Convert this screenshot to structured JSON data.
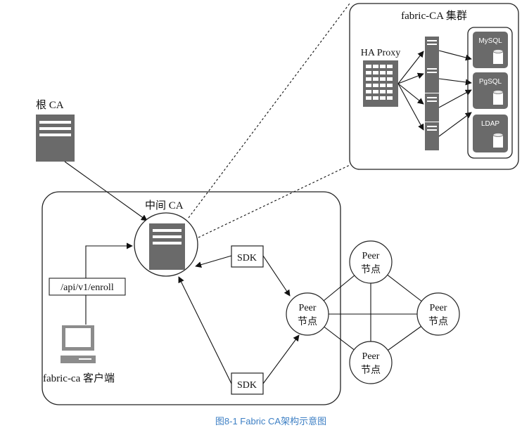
{
  "cluster": {
    "title": "fabric-CA 集群",
    "proxy_label": "HA Proxy",
    "databases": [
      "MySQL",
      "PgSQL",
      "LDAP"
    ]
  },
  "root_ca": {
    "label": "根 CA"
  },
  "intermediate_ca": {
    "label": "中间 CA"
  },
  "client": {
    "endpoint": "/api/v1/enroll",
    "label": "fabric-ca 客户端"
  },
  "sdk": {
    "top": "SDK",
    "bottom": "SDK"
  },
  "peers": [
    {
      "line1": "Peer",
      "line2": "节点"
    },
    {
      "line1": "Peer",
      "line2": "节点"
    },
    {
      "line1": "Peer",
      "line2": "节点"
    },
    {
      "line1": "Peer",
      "line2": "节点"
    }
  ],
  "caption": "图8-1 Fabric CA架构示意图",
  "colors": {
    "caption": "#3d7fc4",
    "icon": "#6a6a6a",
    "line": "#111111"
  }
}
